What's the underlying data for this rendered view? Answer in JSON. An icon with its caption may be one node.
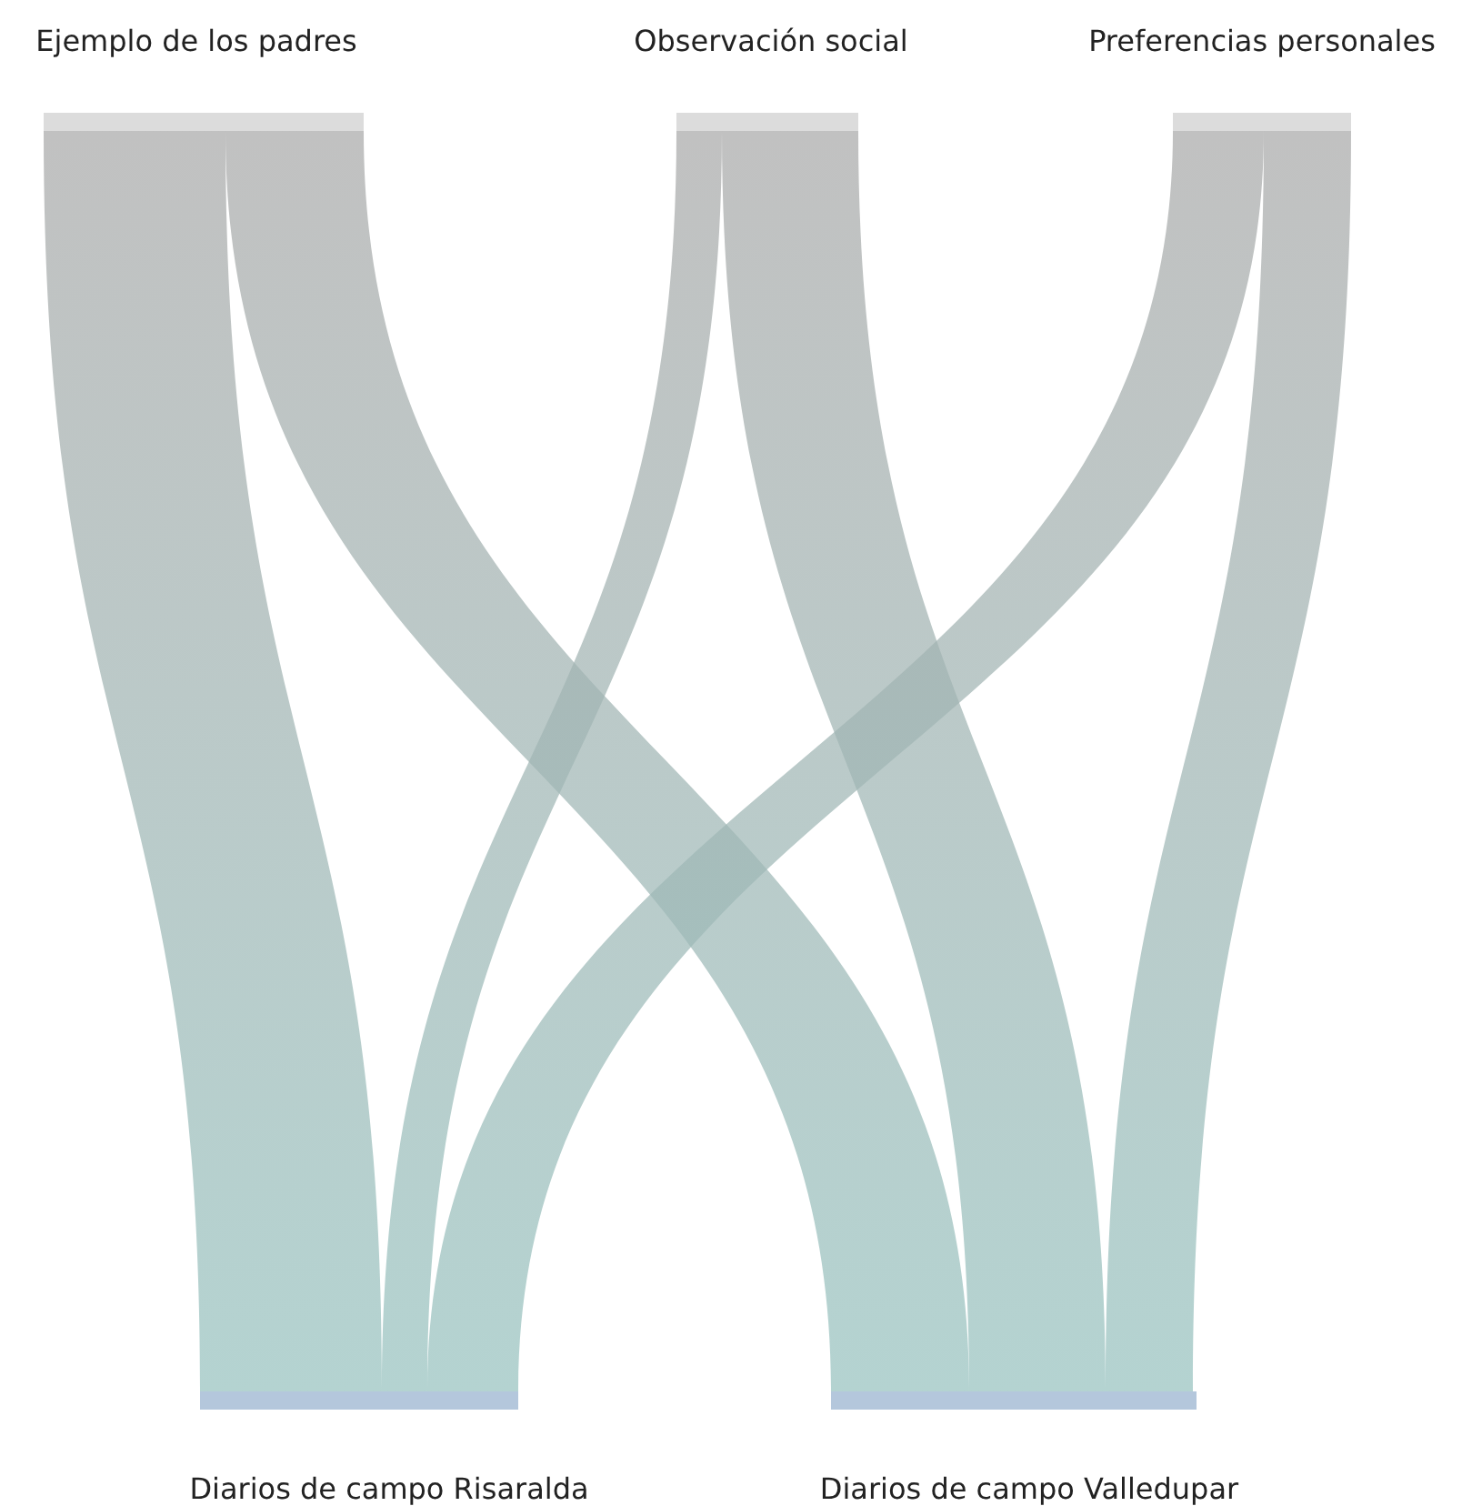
{
  "diagram": {
    "nodes": [
      {
        "text": [
          "Ejemplo de los padres"
        ]
      },
      {
        "text": [
          "Observación social"
        ]
      },
      {
        "text": [
          "Preferencias personales"
        ]
      },
      {
        "text": [
          "Diarios de campo Risaralda"
        ]
      },
      {
        "text": [
          "Diarios de campo Valledupar"
        ]
      }
    ],
    "edges": [
      {
        "from": 0,
        "to": 3,
        "arrow": "none"
      },
      {
        "from": 0,
        "to": 4,
        "arrow": "none"
      },
      {
        "from": 1,
        "to": 3,
        "arrow": "none"
      },
      {
        "from": 1,
        "to": 4,
        "arrow": "none"
      },
      {
        "from": 2,
        "to": 3,
        "arrow": "none"
      },
      {
        "from": 2,
        "to": 4,
        "arrow": "none"
      }
    ]
  }
}
